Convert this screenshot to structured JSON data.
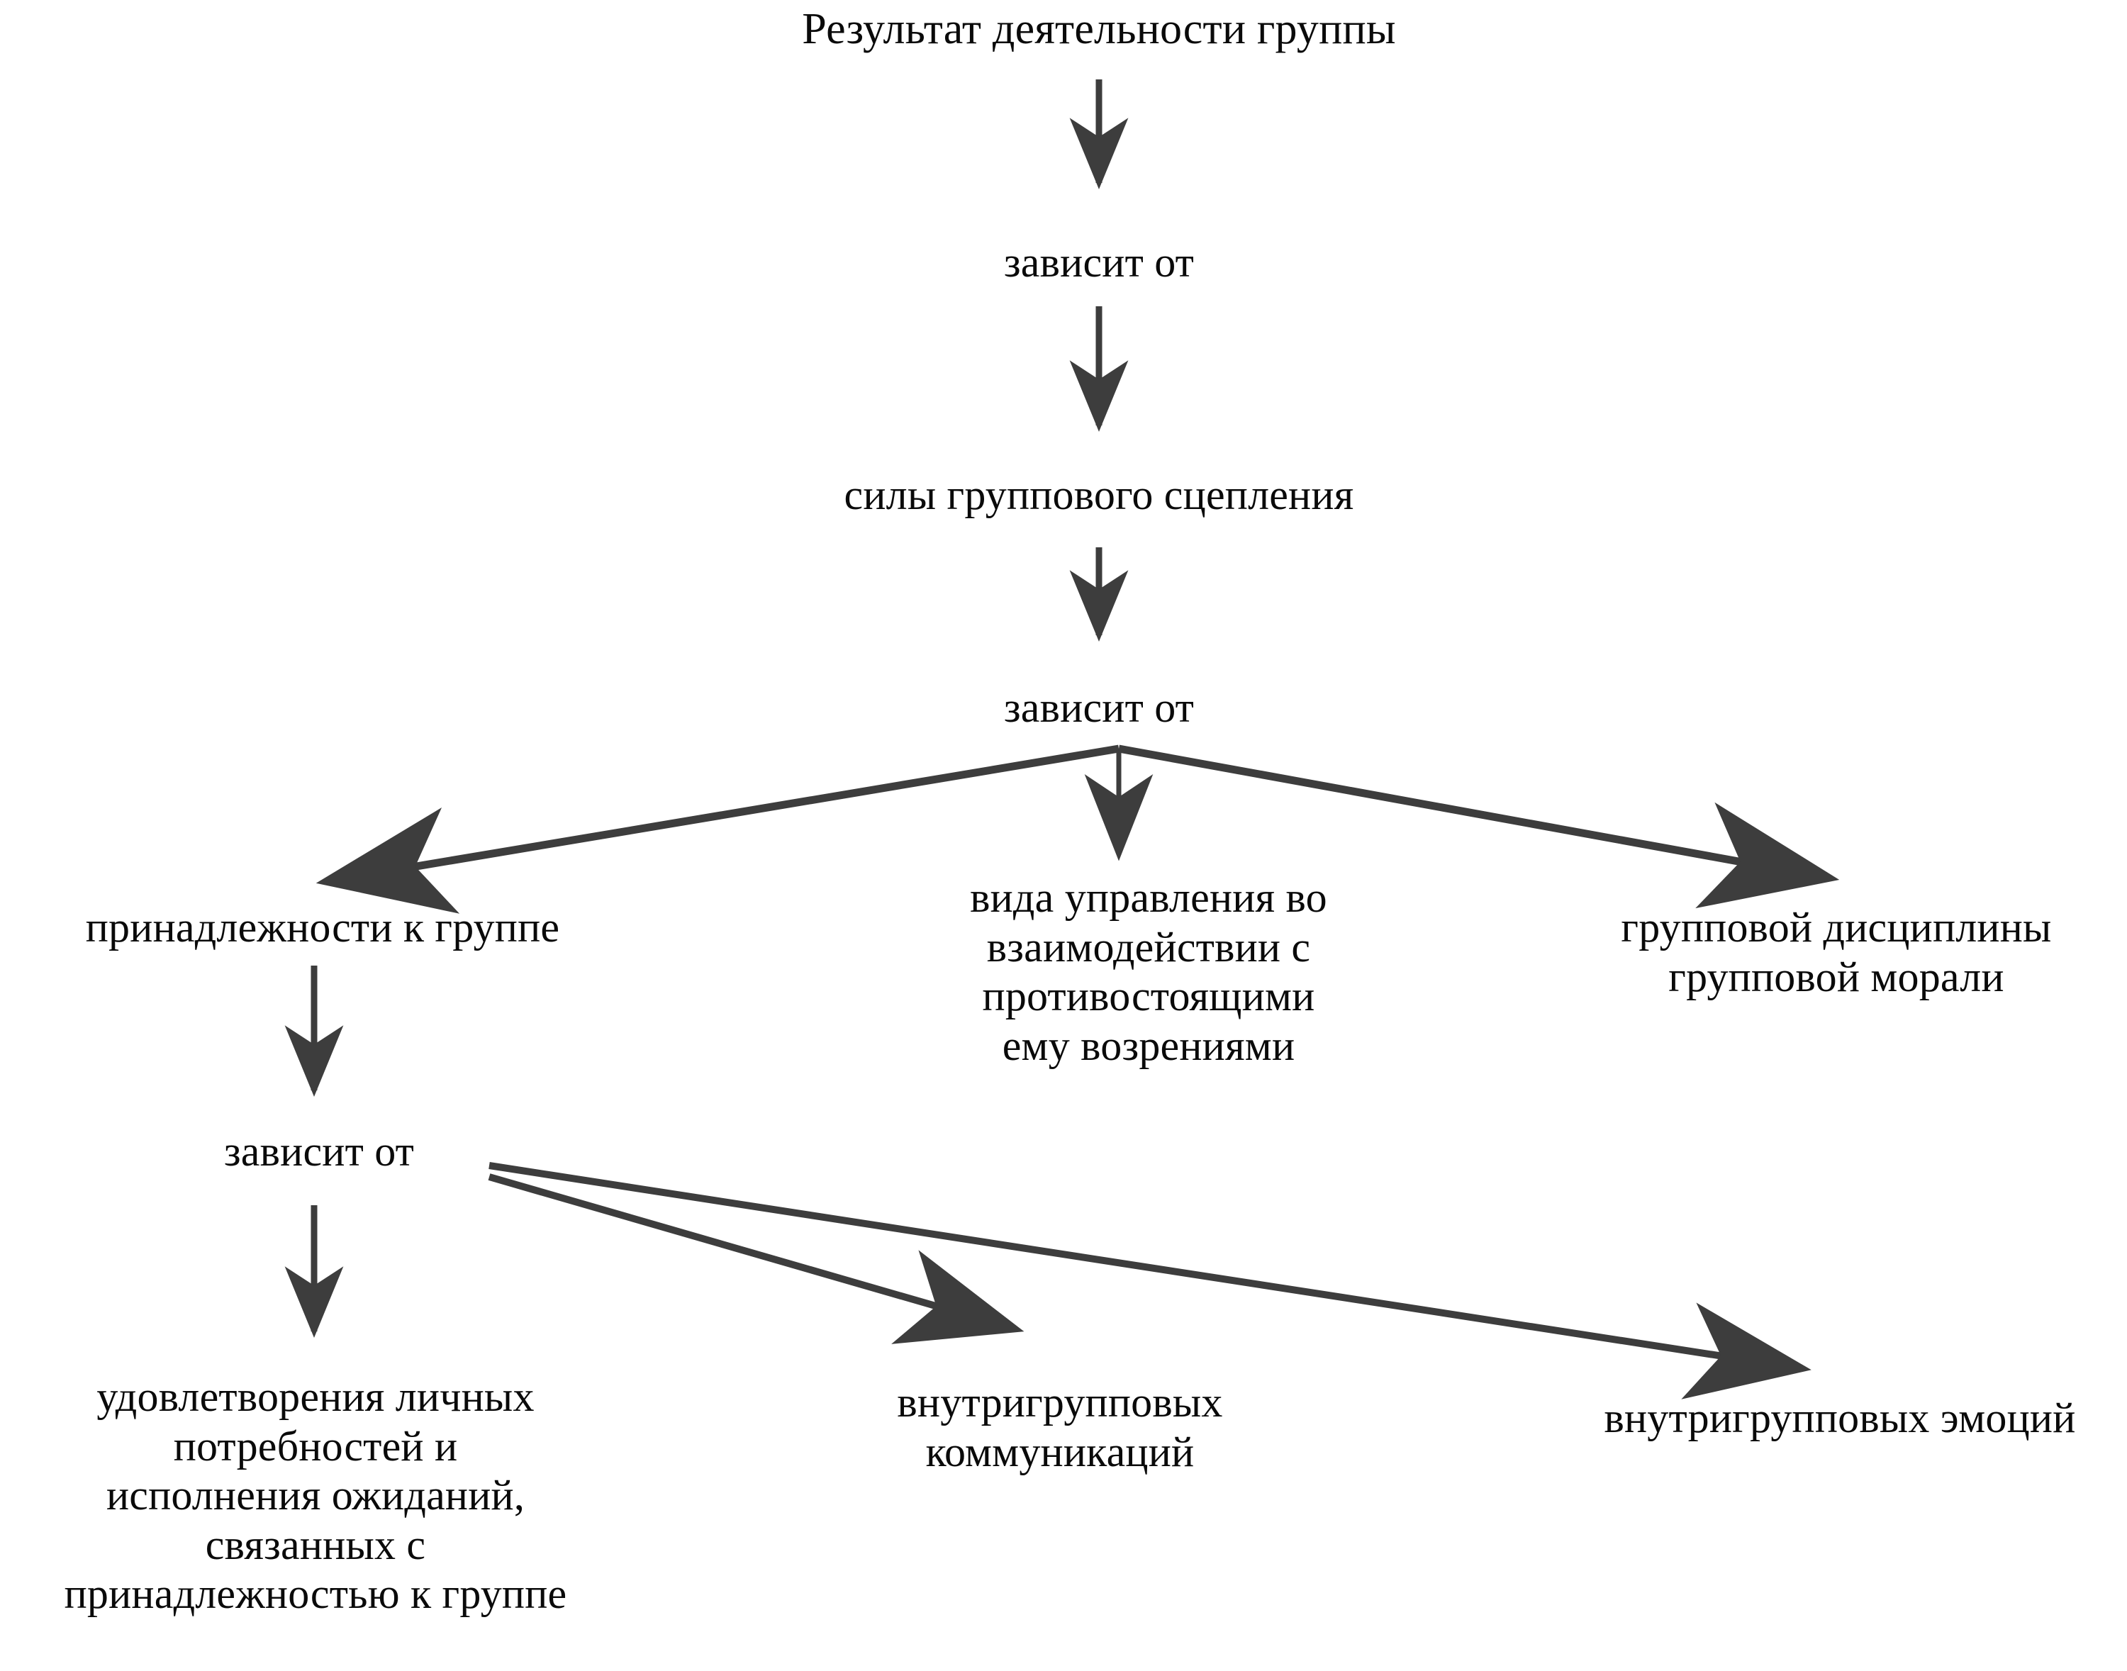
{
  "diagram": {
    "type": "flow-tree",
    "language": "ru",
    "line_color": "#3d3d3d",
    "text_color": "#0a0a0a",
    "background": "#ffffff",
    "nodes": {
      "root": "Результат деятельности группы",
      "dep_1": "зависит от",
      "forces": "силы группового сцепления",
      "dep_2": "зависит от",
      "belonging": "принадлежности к группе",
      "management": "вида управления во\nвзаимодействии с\nпротивостоящими\nему возрениями",
      "discipline": "групповой дисциплины\nгрупповой морали",
      "dep_3": "зависит от",
      "needs": "удовлетворения личных\nпотребностей и\nисполнения ожиданий,\nсвязанных с\nпринадлежностью к группе",
      "communication": "внутригрупповых\nкоммуникаций",
      "emotions": "внутригрупповых эмоций"
    },
    "edges": [
      {
        "from": "root",
        "to": "dep_1",
        "style": "straight-down"
      },
      {
        "from": "dep_1",
        "to": "forces",
        "style": "straight-down"
      },
      {
        "from": "forces",
        "to": "dep_2",
        "style": "straight-down"
      },
      {
        "from": "dep_2",
        "to": "belonging",
        "style": "diagonal-left"
      },
      {
        "from": "dep_2",
        "to": "management",
        "style": "straight-down"
      },
      {
        "from": "dep_2",
        "to": "discipline",
        "style": "diagonal-right"
      },
      {
        "from": "belonging",
        "to": "dep_3",
        "style": "straight-down"
      },
      {
        "from": "dep_3",
        "to": "needs",
        "style": "straight-down"
      },
      {
        "from": "dep_3",
        "to": "communication",
        "style": "diagonal-right"
      },
      {
        "from": "dep_3",
        "to": "emotions",
        "style": "diagonal-right"
      }
    ]
  }
}
